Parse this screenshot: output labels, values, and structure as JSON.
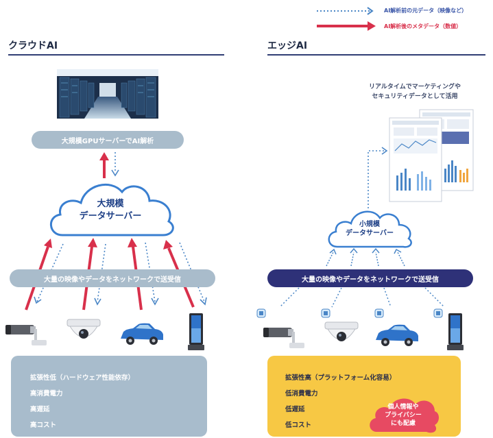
{
  "legend": {
    "raw_data": "AI解析前の元データ（映像など）",
    "meta_data": "AI解析後のメタデータ（数値）"
  },
  "cloud_section": {
    "title": "クラウドAI",
    "server_label": "大規模GPUサーバーでAI解析",
    "cloud_label_line1": "大規模",
    "cloud_label_line2": "データサーバー",
    "network_label": "大量の映像やデータをネットワークで送受信",
    "features": [
      "拡張性低（ハードウェア性能依存）",
      "高消費電力",
      "高遅延",
      "高コスト"
    ]
  },
  "edge_section": {
    "title": "エッジAI",
    "realtime_line1": "リアルタイムでマーケティングや",
    "realtime_line2": "セキュリティデータとして活用",
    "cloud_label_line1": "小規模",
    "cloud_label_line2": "データサーバー",
    "network_label": "大量の映像やデータをネットワークで送受信",
    "features": [
      "拡張性高（プラットフォーム化容易）",
      "低消費電力",
      "低遅延",
      "低コスト"
    ],
    "privacy_line1": "個人情報や",
    "privacy_line2": "プライバシー",
    "privacy_line3": "にも配慮"
  },
  "colors": {
    "raw_arrow": "#4a86c6",
    "meta_arrow": "#d8304b",
    "cloud_outline": "#3a7fd0",
    "grey_pill": "#a9bccb",
    "navy_pill": "#2e3178",
    "cloud_box": "#a8bccc",
    "edge_box": "#f7c844",
    "privacy_cloud": "#e74a62"
  },
  "icons": [
    "server-room-icon",
    "bullet-camera-icon",
    "dome-camera-icon",
    "car-icon",
    "digital-signage-icon",
    "ai-chip-icon",
    "dashboard-icon"
  ]
}
